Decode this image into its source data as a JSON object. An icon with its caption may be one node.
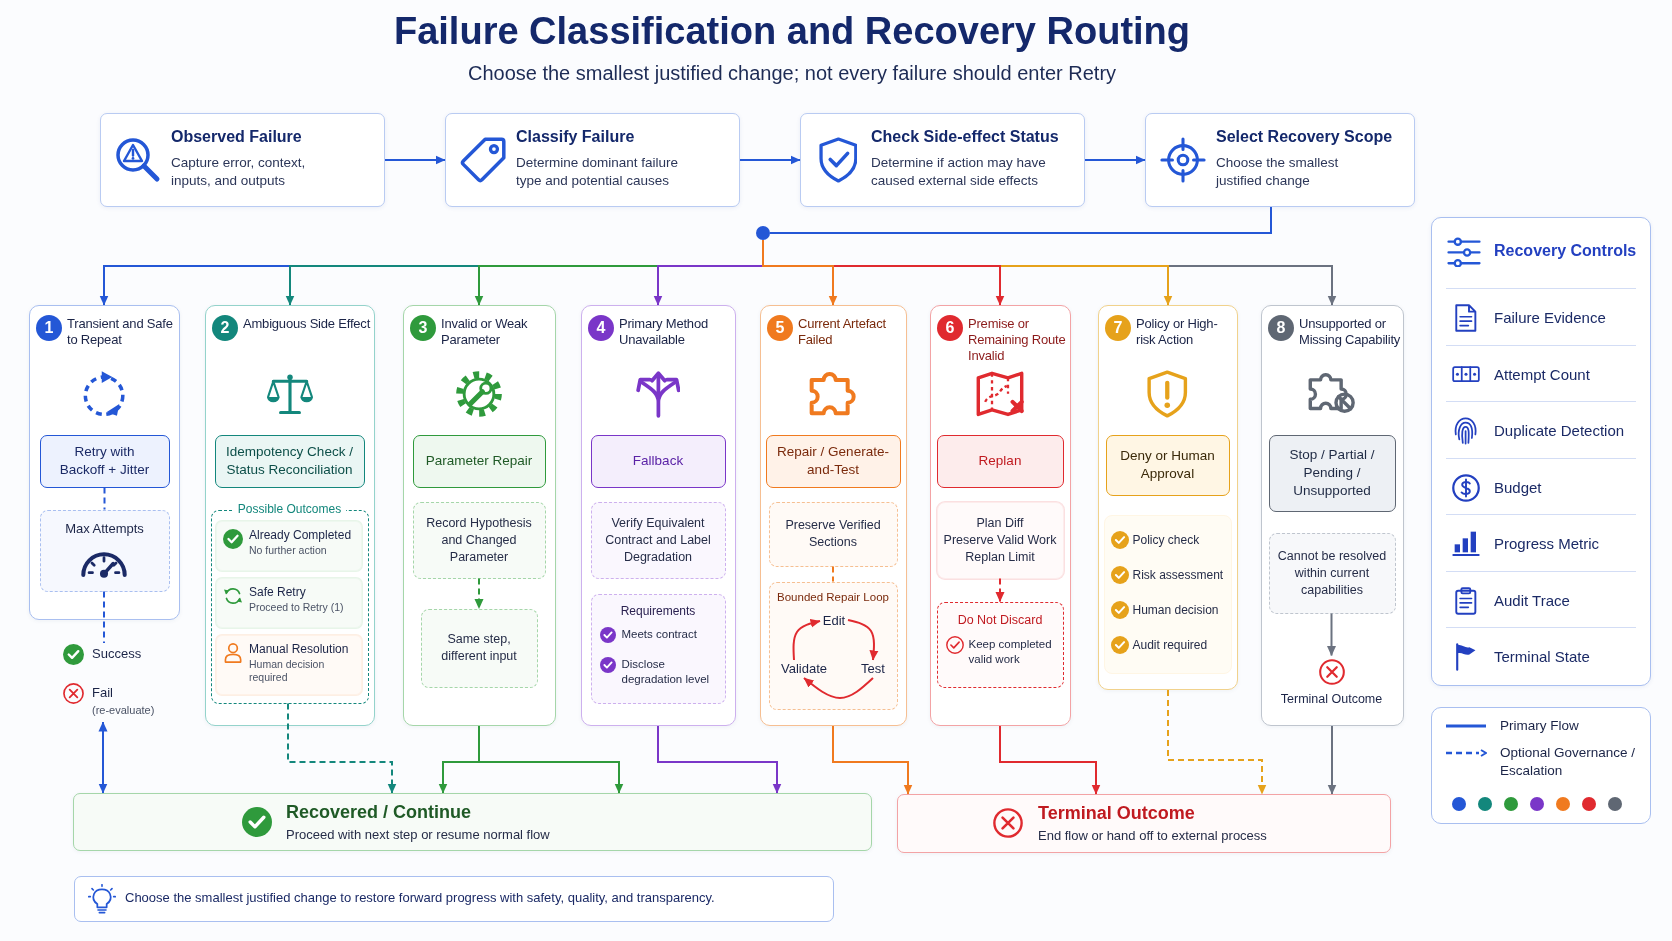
{
  "diagram": {
    "title": "Failure Classification and Recovery Routing",
    "nodes": [
      {
        "text": [
          "Observed Failure",
          "Capture error, context, inputs, and outputs"
        ]
      },
      {
        "text": [
          "Classify Failure",
          "Determine dominant failure type and potential causes"
        ]
      },
      {
        "text": [
          "Check Side-effect Status",
          "Determine if action may have caused external side effects"
        ]
      },
      {
        "text": [
          "Select Recovery Scope",
          "Choose the smallest justified change"
        ]
      },
      {
        "text": [],
        "shape": "circle"
      },
      {
        "text": [
          "1",
          "Transient and Safe to Repeat"
        ]
      },
      {
        "text": [
          "Retry with Backoff + Jitter"
        ],
        "in": 5
      },
      {
        "text": [
          "Max Attempts"
        ],
        "in": 5
      },
      {
        "text": [
          "Success"
        ]
      },
      {
        "text": [
          "Fail",
          "(re-evaluate)"
        ]
      },
      {
        "text": [
          "2",
          "Ambiguous Side Effect"
        ]
      },
      {
        "text": [
          "Idempotency Check / Status Reconciliation"
        ],
        "in": 10
      },
      {
        "text": [
          "Possible Outcomes"
        ],
        "in": 10
      },
      {
        "text": [
          "Already Completed",
          "No further action"
        ],
        "in": 12
      },
      {
        "text": [
          "Safe Retry",
          "Proceed to Retry (1)"
        ],
        "in": 12
      },
      {
        "text": [
          "Manual Resolution",
          "Human decision required"
        ],
        "in": 12
      },
      {
        "text": [
          "3",
          "Invalid or Weak Parameter"
        ]
      },
      {
        "text": [
          "Parameter Repair"
        ],
        "in": 16
      },
      {
        "text": [
          "Record Hypothesis and Changed Parameter"
        ],
        "in": 16
      },
      {
        "text": [
          "Same step, different input"
        ],
        "in": 16
      },
      {
        "text": [
          "4",
          "Primary Method Unavailable"
        ]
      },
      {
        "text": [
          "Fallback"
        ],
        "in": 20
      },
      {
        "text": [
          "Verify Equivalent Contract and Label Degradation"
        ],
        "in": 20
      },
      {
        "text": [
          "Requirements",
          "Meets contract",
          "Disclose degradation level"
        ],
        "in": 20
      },
      {
        "text": [
          "5",
          "Current Artefact Failed"
        ]
      },
      {
        "text": [
          "Repair / Generate-and-Test"
        ],
        "in": 24
      },
      {
        "text": [
          "Preserve Verified Sections"
        ],
        "in": 24
      },
      {
        "text": [
          "Bounded Repair Loop"
        ],
        "in": 24
      },
      {
        "text": [
          "Edit"
        ],
        "in": 27
      },
      {
        "text": [
          "Test"
        ],
        "in": 27
      },
      {
        "text": [
          "Validate"
        ],
        "in": 27
      },
      {
        "text": [
          "6",
          "Premise or Remaining Route Invalid"
        ]
      },
      {
        "text": [
          "Replan"
        ],
        "in": 31
      },
      {
        "text": [
          "Plan Diff",
          "Preserve Valid Work",
          "Replan Limit"
        ],
        "in": 31
      },
      {
        "text": [
          "Do Not Discard",
          "Keep completed valid work"
        ],
        "in": 31
      },
      {
        "text": [
          "7",
          "Policy or High-risk Action"
        ]
      },
      {
        "text": [
          "Deny or Human Approval"
        ],
        "in": 35
      },
      {
        "text": [
          "Policy check",
          "Risk assessment",
          "Human decision",
          "Audit required"
        ],
        "in": 35
      },
      {
        "text": [
          "8",
          "Unsupported or Missing Capability"
        ]
      },
      {
        "text": [
          "Stop / Partial / Pending / Unsupported"
        ],
        "in": 38
      },
      {
        "text": [
          "Cannot be resolved within current capabilities"
        ],
        "in": 38
      },
      {
        "text": [
          "Terminal Outcome"
        ],
        "in": 38
      },
      {
        "text": [
          "Recovered / Continue",
          "Proceed with next step or resume normal flow"
        ]
      },
      {
        "text": [
          "Terminal Outcome",
          "End flow or hand off to external process"
        ]
      },
      {
        "text": [
          "Choose the smallest justified change to restore forward progress with safety, quality, and transparency."
        ]
      },
      {
        "text": [
          "Recovery Controls",
          "Failure Evidence",
          "Attempt Count",
          "Duplicate Detection",
          "Budget",
          "Progress Metric",
          "Audit Trace",
          "Terminal State"
        ]
      }
    ],
    "edges": [
      {
        "from": 0,
        "to": 1,
        "arrow": "to"
      },
      {
        "from": 1,
        "to": 2,
        "arrow": "to"
      },
      {
        "from": 2,
        "to": 3,
        "arrow": "to"
      },
      {
        "from": 3,
        "to": 4,
        "arrow": "none"
      },
      {
        "from": 4,
        "to": 5,
        "arrow": "to"
      },
      {
        "from": 4,
        "to": 10,
        "arrow": "to",
        "color": "#13877c"
      },
      {
        "from": 4,
        "to": 16,
        "arrow": "to",
        "color": "#2f9a3c"
      },
      {
        "from": 4,
        "to": 20,
        "arrow": "to",
        "color": "#7a36c8"
      },
      {
        "from": 4,
        "to": 24,
        "arrow": "to",
        "color": "#f07a1f"
      },
      {
        "from": 4,
        "to": 31,
        "arrow": "to",
        "color": "#e02a2f"
      },
      {
        "from": 4,
        "to": 35,
        "arrow": "to",
        "color": "#e6a21b"
      },
      {
        "from": 4,
        "to": 38,
        "arrow": "to",
        "color": "#6b7280"
      },
      {
        "from": 6,
        "to": 7,
        "arrow": "none",
        "style": "dashed"
      },
      {
        "from": 7,
        "to": 8,
        "arrow": "none",
        "style": "dashed"
      },
      {
        "from": 9,
        "to": 42,
        "arrow": "both"
      },
      {
        "from": 12,
        "to": 42,
        "arrow": "to",
        "style": "dashed",
        "color": "#13877c"
      },
      {
        "from": 18,
        "to": 19,
        "arrow": "to",
        "style": "dashed",
        "color": "#2f9a3c"
      },
      {
        "from": 16,
        "to": 42,
        "arrow": "to",
        "color": "#2f9a3c"
      },
      {
        "from": 16,
        "to": 42,
        "arrow": "to",
        "color": "#2f9a3c"
      },
      {
        "from": 20,
        "to": 42,
        "arrow": "to",
        "color": "#7a36c8"
      },
      {
        "from": 26,
        "to": 27,
        "arrow": "none",
        "style": "dashed",
        "color": "#f07a1f"
      },
      {
        "from": 28,
        "to": 29,
        "arrow": "to",
        "color": "#e02a2f"
      },
      {
        "from": 29,
        "to": 30,
        "arrow": "to",
        "color": "#e02a2f"
      },
      {
        "from": 30,
        "to": 28,
        "arrow": "to",
        "color": "#e02a2f"
      },
      {
        "from": 24,
        "to": 43,
        "arrow": "to",
        "color": "#f07a1f"
      },
      {
        "from": 33,
        "to": 34,
        "arrow": "to",
        "style": "dashed",
        "color": "#e02a2f"
      },
      {
        "from": 31,
        "to": 43,
        "arrow": "to",
        "color": "#e02a2f"
      },
      {
        "from": 35,
        "to": 43,
        "arrow": "to",
        "style": "dashed",
        "color": "#e6a21b"
      },
      {
        "from": 40,
        "to": 41,
        "arrow": "to",
        "color": "#6b7280"
      },
      {
        "from": 38,
        "to": 43,
        "arrow": "to",
        "color": "#6b7280"
      }
    ],
    "labels": [
      "Choose the smallest justified change; not every failure should enter Retry"
    ],
    "legend": [
      {
        "text": "Primary Flow"
      },
      {
        "text": "Optional Governance / Escalation"
      }
    ]
  }
}
